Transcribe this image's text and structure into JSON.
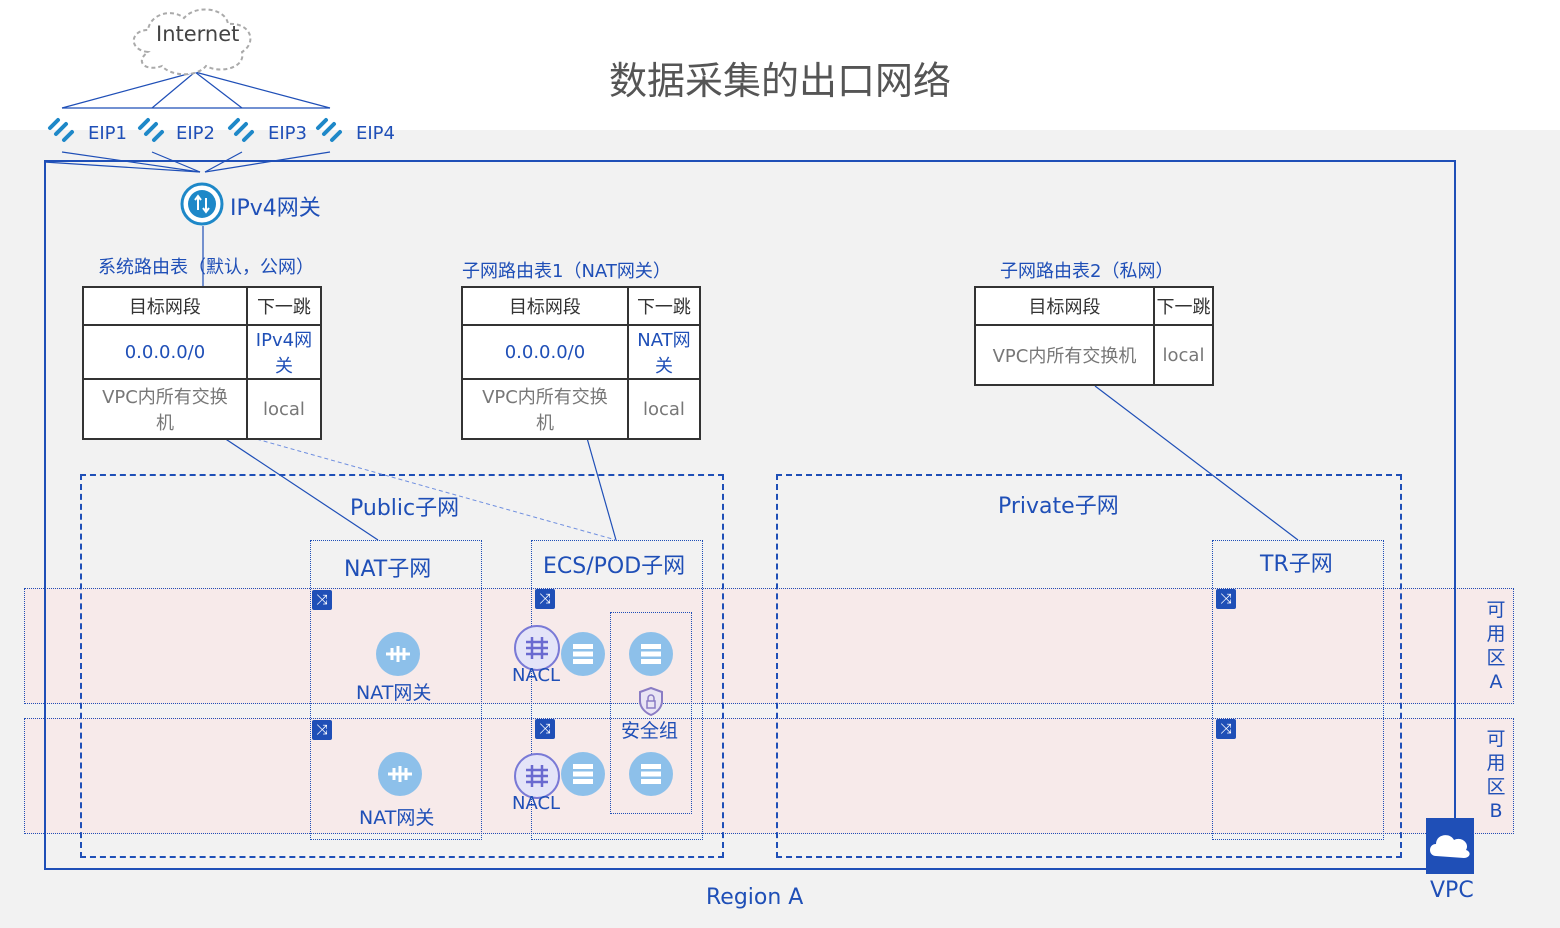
{
  "title": "数据采集的出口网络",
  "internet": "Internet",
  "eips": [
    "EIP1",
    "EIP2",
    "EIP3",
    "EIP4"
  ],
  "ipv4_gateway": "IPv4网关",
  "route_tables": [
    {
      "title": "系统路由表（默认，公网）",
      "headers": [
        "目标网段",
        "下一跳"
      ],
      "rows": [
        [
          "0.0.0.0/0",
          "IPv4网关"
        ],
        [
          "VPC内所有交换机",
          "local"
        ]
      ]
    },
    {
      "title": "子网路由表1（NAT网关）",
      "headers": [
        "目标网段",
        "下一跳"
      ],
      "rows": [
        [
          "0.0.0.0/0",
          "NAT网关"
        ],
        [
          "VPC内所有交换机",
          "local"
        ]
      ]
    },
    {
      "title": "子网路由表2（私网）",
      "headers": [
        "目标网段",
        "下一跳"
      ],
      "rows": [
        [
          "VPC内所有交换机",
          "local"
        ]
      ]
    }
  ],
  "subnets": {
    "public": "Public子网",
    "private": "Private子网",
    "nat": "NAT子网",
    "ecs_pod": "ECS/POD子网",
    "tr": "TR子网"
  },
  "nodes": {
    "nat_gateway_a": "NAT网关",
    "nat_gateway_b": "NAT网关",
    "nacl_a": "NACL",
    "nacl_b": "NACL",
    "security_group": "安全组"
  },
  "zones": {
    "a": "可用区A",
    "b": "可用区B"
  },
  "vpc": "VPC",
  "region": "Region A",
  "colors": {
    "accent": "#1f4fb7",
    "icon_fill": "#8dc0ea",
    "zone_band": "#f7eaea",
    "region_bg": "#f2f2f2"
  }
}
